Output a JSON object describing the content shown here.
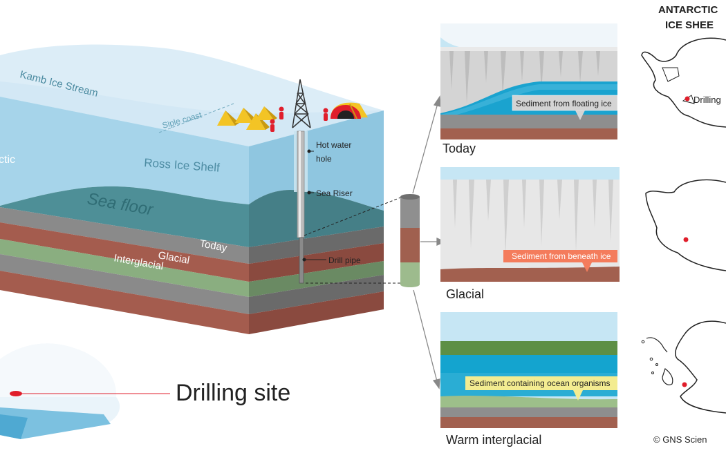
{
  "diagram": {
    "labels": {
      "kamb": "Kamb Ice Stream",
      "siple": "Siple coast",
      "antarctic_partial": "ctic",
      "ross": "Ross Ice Shelf",
      "seafloor": "Sea floor",
      "today_layer": "Today",
      "glacial_layer": "Glacial",
      "interglacial_layer": "Interglacial",
      "hot_water_1": "Hot water",
      "hot_water_2": "hole",
      "sea_riser": "Sea Riser",
      "drill_pipe": "Drill pipe",
      "drilling_site": "Drilling site"
    },
    "panels": [
      {
        "caption": "Today",
        "callout": "Sediment from floating ice"
      },
      {
        "caption": "Glacial",
        "callout": "Sediment from beneath ice"
      },
      {
        "caption": "Warm interglacial",
        "callout": "Sediment containing ocean organisms"
      }
    ],
    "maps": {
      "title_1": "ANTARCTIC",
      "title_2": "ICE SHEE",
      "drilling_label": "Drilling",
      "credit": "© GNS Scien"
    },
    "colors": {
      "ice_light": "#dcedf7",
      "ice_face": "#a6d4ea",
      "seafloor": "#4e8f97",
      "layer_gray": "#8a8a8a",
      "layer_brown": "#a45c4e",
      "layer_green": "#8aae80",
      "ocean": "#14a4cf",
      "callout_orange": "#f47c5c",
      "callout_yellow": "#f3ec91",
      "marker_red": "#e01e2b",
      "tent_yellow": "#f3c425"
    }
  }
}
